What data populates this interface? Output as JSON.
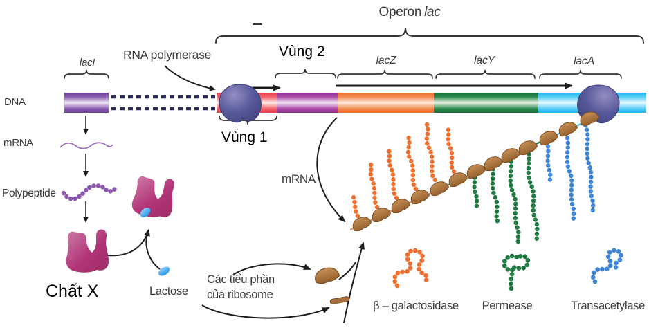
{
  "figure": {
    "title": {
      "prefix": "Operon",
      "gene": "lac"
    },
    "top_labels": {
      "rna_polymerase": "RNA polymerase",
      "region2": "Vùng 2",
      "region1": "Vùng 1"
    },
    "genes": {
      "laci": "lacI",
      "lacz": "lacZ",
      "lacy": "lacY",
      "laca": "lacA"
    },
    "left_pathway": {
      "dna": "DNA",
      "mrna": "mRNA",
      "polypeptide": "Polypeptide",
      "substance_x": "Chất X",
      "lactose": "Lactose"
    },
    "center": {
      "mrna": "mRNA",
      "ribosome_subunits_line1": "Các tiểu phần",
      "ribosome_subunits_line2": "của ribosome"
    },
    "proteins": {
      "beta_galactosidase": "β – galactosidase",
      "permease": "Permease",
      "transacetylase": "Transacetylase"
    },
    "colors": {
      "dna_laci_purple": "#7b4fa6",
      "promoter_red": "#ee4450",
      "operator_purple": "#a03a9c",
      "lacz_orange": "#ef7a3e",
      "lacy_green": "#1e7c41",
      "laca_cyan": "#2fc3f2",
      "rna_polymerase_body": "#56589a",
      "ribosome_brown": "#a9743f",
      "repressor_magenta": "#b23477",
      "lactose_blue": "#3fa9f5",
      "mrna_purple": "#9a6cb8",
      "chain_orange": "#ef6f2e",
      "chain_green": "#1e7a40",
      "chain_blue": "#3f85d6",
      "text_dark": "#3a3a3a",
      "text_black": "#000000"
    }
  }
}
